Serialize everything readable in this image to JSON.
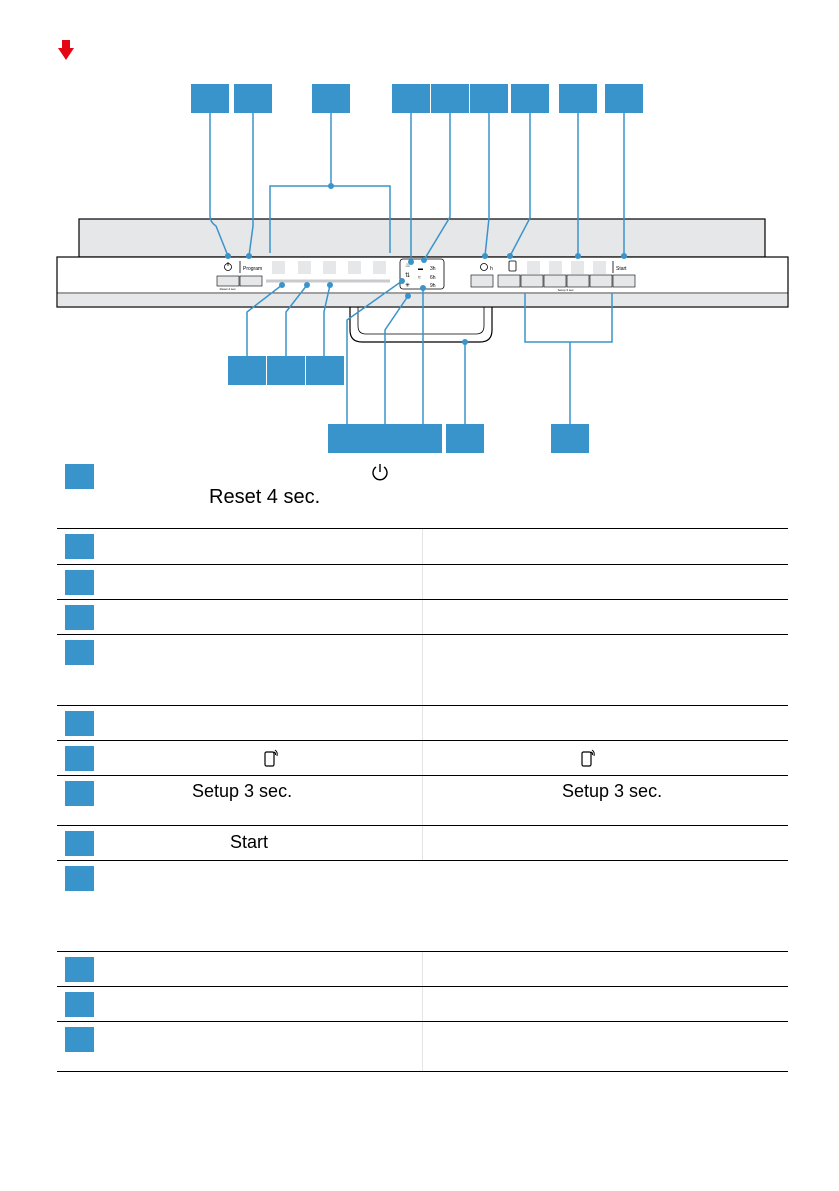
{
  "panel": {
    "power_label": "⏻",
    "program_label": "Program",
    "reset_label": "Reset 4 sec.",
    "timer_label": "⏲ h",
    "remote_label": "",
    "setup_label": "Setup 3 sec.",
    "start_label": "Start",
    "indicator_3h": "3h",
    "indicator_6h": "6h",
    "indicator_9h": "9h"
  },
  "table": {
    "row1": {
      "c1": "Reset 4 sec.",
      "c2": ""
    },
    "row7": {
      "c1": "",
      "c2": ""
    },
    "row8": {
      "c1": "Setup 3 sec.",
      "c2": "Setup 3 sec."
    },
    "row9": {
      "c1": "Start",
      "c2": ""
    }
  },
  "colors": {
    "callout": "#3a94cc",
    "panel_gray": "#e6e7e9"
  }
}
